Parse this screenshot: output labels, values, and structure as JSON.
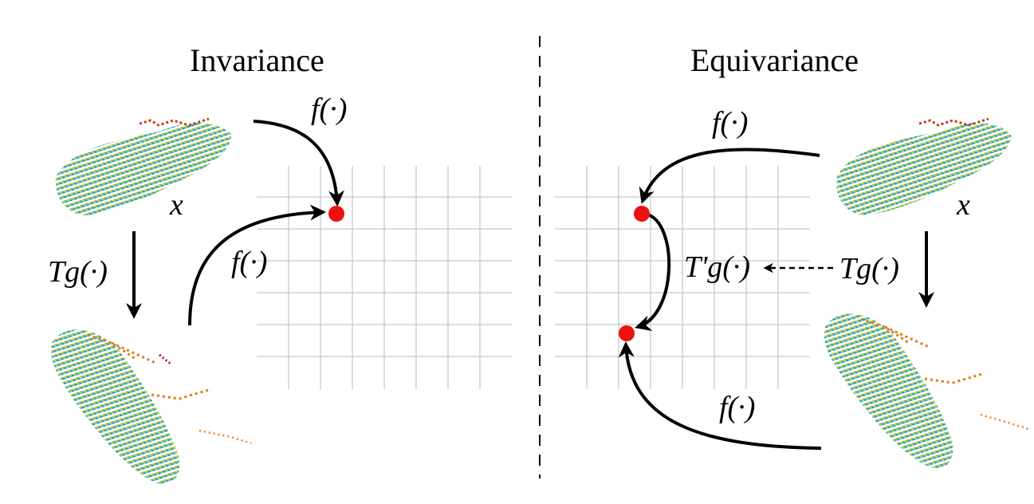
{
  "panels": {
    "invariance": {
      "title": "Invariance",
      "label_f_top": "f(·)",
      "label_f_bottom": "f(·)",
      "label_transform": "Tg(·)",
      "label_x": "x"
    },
    "equivariance": {
      "title": "Equivariance",
      "label_f_top": "f(·)",
      "label_f_bottom": "f(·)",
      "label_transform_input": "Tg(·)",
      "label_transform_feature": "T'g(·)",
      "label_x": "x"
    }
  },
  "colors": {
    "point": "#ee1111",
    "arrow": "#000000",
    "grid": "#c8c8c8",
    "divider": "#000000"
  }
}
